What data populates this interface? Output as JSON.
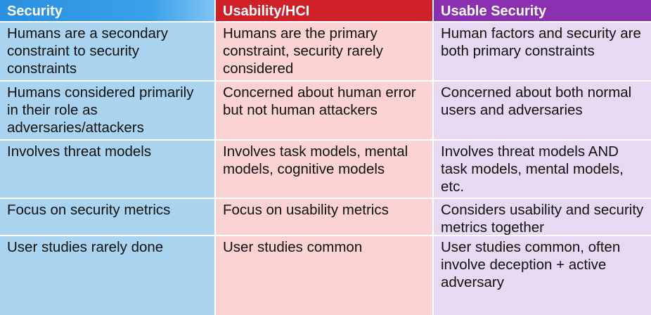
{
  "table": {
    "headers": [
      "Security",
      "Usability/HCI",
      "Usable Security"
    ],
    "rows": [
      [
        "Humans are a secondary constraint to security constraints",
        "Humans are the primary constraint, security rarely considered",
        "Human factors and security are both primary constraints"
      ],
      [
        "Humans considered primarily in their role as adversaries/attackers",
        "Concerned about human error but not human attackers",
        "Concerned about both normal users and adversaries"
      ],
      [
        "Involves threat models",
        "Involves task models, mental models, cognitive models",
        "Involves threat models AND task models, mental models, etc."
      ],
      [
        "Focus on security metrics",
        "Focus on usability metrics",
        "Considers usability and security metrics together"
      ],
      [
        "User studies rarely done",
        "User studies common",
        "User studies common, often involve deception + active adversary"
      ]
    ]
  },
  "colors": {
    "security_header": "#2a8fe0",
    "usability_header": "#cf1f28",
    "usable_security_header": "#8a2fb0",
    "security_cell": "#a9d3ef",
    "usability_cell": "#fbd3d3",
    "usable_security_cell": "#e6d9f1"
  }
}
